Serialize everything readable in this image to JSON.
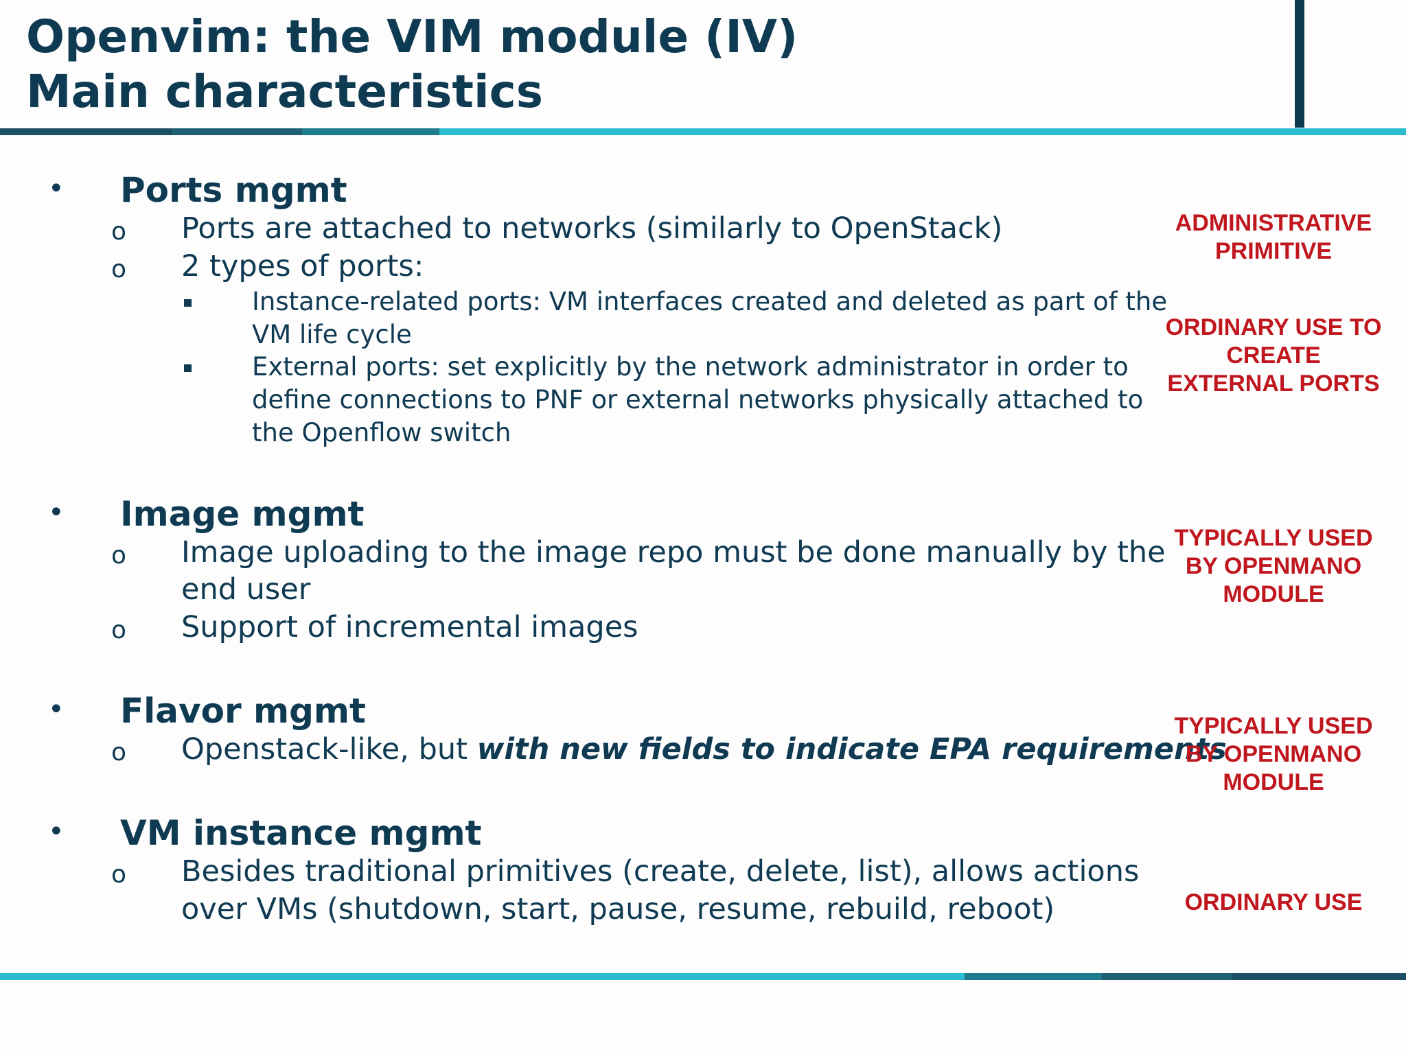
{
  "title": {
    "line1": "Openvim: the VIM module (IV)",
    "line2": "Main characteristics"
  },
  "colors": {
    "title": "#0e3a52",
    "text": "#0f3a52",
    "note": "#c0161d",
    "band_dark": "#1b4f63",
    "band_mid": "#1e7c8c",
    "band_light": "#2bbcd0"
  },
  "sections": [
    {
      "heading": "Ports mgmt",
      "items": [
        {
          "text": "Ports are attached to networks (similarly to OpenStack)"
        },
        {
          "text": "2 types of ports:"
        }
      ],
      "subitems": [
        {
          "lines": [
            "Instance-related ports: VM interfaces created and deleted as part of the",
            "VM life cycle"
          ]
        },
        {
          "lines": [
            "External ports: set explicitly by the network administrator in order to",
            "define connections to PNF or external networks physically attached to",
            "the Openflow switch"
          ]
        }
      ]
    },
    {
      "heading": "Image mgmt",
      "items": [
        {
          "lines": [
            "Image uploading to the image repo must be done manually by the",
            "end user"
          ]
        },
        {
          "text": "Support of incremental images"
        }
      ]
    },
    {
      "heading": "Flavor mgmt",
      "items": [
        {
          "prefix": "Openstack-like, but ",
          "emphasis": "with new fields to indicate EPA requirements"
        }
      ]
    },
    {
      "heading": "VM instance mgmt",
      "items": [
        {
          "lines": [
            "Besides traditional primitives (create, delete, list), allows actions",
            "over VMs (shutdown, start, pause, resume, rebuild, reboot)"
          ]
        }
      ]
    }
  ],
  "notes": [
    {
      "lines": [
        "ADMINISTRATIVE",
        "PRIMITIVE"
      ]
    },
    {
      "lines": [
        "ORDINARY USE TO",
        "CREATE",
        "EXTERNAL PORTS"
      ]
    },
    {
      "lines": [
        "TYPICALLY USED",
        "BY OPENMANO",
        "MODULE"
      ]
    },
    {
      "lines": [
        "TYPICALLY USED",
        "BY OPENMANO",
        "MODULE"
      ]
    },
    {
      "lines": [
        "ORDINARY USE"
      ]
    }
  ]
}
